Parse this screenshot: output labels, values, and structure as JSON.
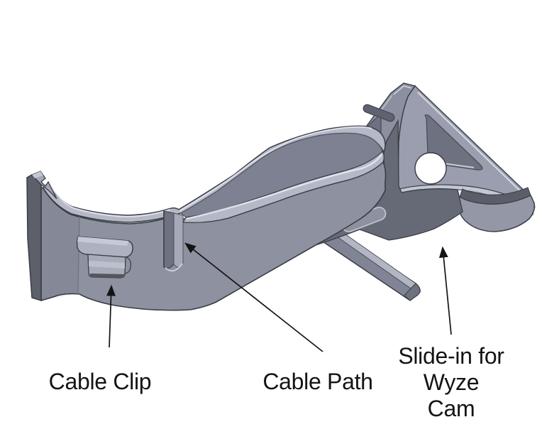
{
  "figure": {
    "background": "#ffffff",
    "palette": {
      "background": "#ffffff",
      "ink": "#141414",
      "outline": "#3b3d45",
      "face_main": "#8d91a0",
      "face_plate": "#9a9eae",
      "face_plate_left": "#8b8f9f",
      "face_light": "#b5b9c7",
      "channel": "#7d8192",
      "face_dark": "#5d606b",
      "under_dark": "#666a77",
      "cutout": "#6d7180",
      "rim_light": "#c3c7d3",
      "highlight": "#e3e6ed",
      "slot_dark": "#54575f",
      "rail_face": "#808494",
      "rail_top": "#b2b6c4",
      "hook_face": "#9397a6",
      "hook_edge": "#5b5e69"
    }
  },
  "annotations": {
    "cable_clip": {
      "label": "Cable Clip"
    },
    "cable_path": {
      "label": "Cable Path"
    },
    "slide_in": {
      "lines": [
        "Slide-in for",
        "Wyze",
        "Cam"
      ]
    }
  }
}
